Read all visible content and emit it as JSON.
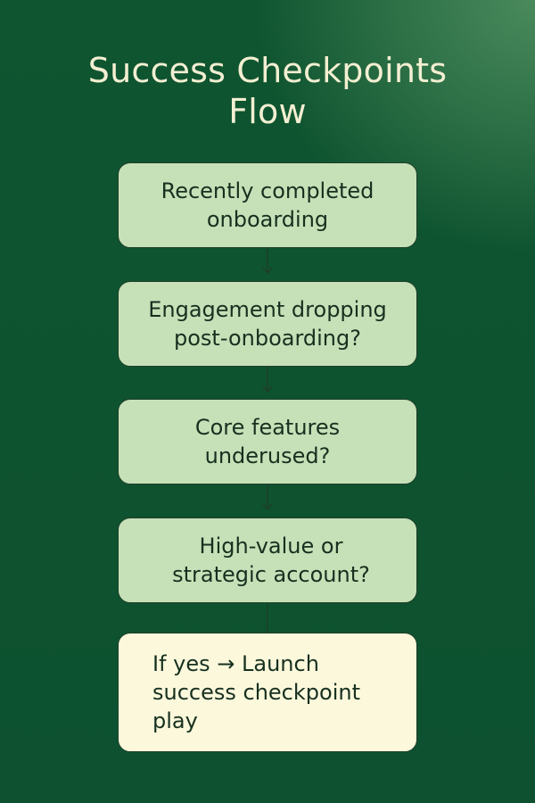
{
  "title": {
    "line1": "Success Checkpoints",
    "line2": "Flow"
  },
  "steps": [
    {
      "line1": "Recently completed",
      "line2": "onboarding"
    },
    {
      "line1": "Engagement dropping",
      "line2": "post-onboarding?"
    },
    {
      "line1": "Core features",
      "line2": "underused?"
    },
    {
      "line1": "High-value or",
      "line2": "strategic account?"
    }
  ],
  "outcome": {
    "line1": "If yes → Launch",
    "line2": "success checkpoint",
    "line3": "play"
  },
  "colors": {
    "background": "#0f5530",
    "title": "#f3efd2",
    "step_fill": "#c6e1b8",
    "outcome_fill": "#fbf8dc",
    "border": "#1f3f28",
    "connector": "#1f3f28"
  }
}
